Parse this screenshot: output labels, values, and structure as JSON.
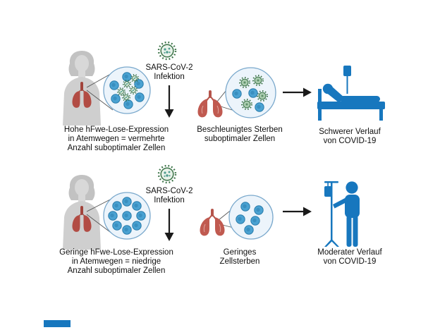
{
  "figure": {
    "language": "de",
    "topic": "SARS-CoV-2 Infektion und Verlauf von COVID-19"
  },
  "colors": {
    "pictogram_blue": "#1777be",
    "cell_blue": "#4aa2d2",
    "virus_green": "#3b7347",
    "virus_inner_teal": "#4e9d8e",
    "lungs_red": "#b5544b",
    "person_gray": "#cfcfcf",
    "magnifier_fill": "#ecf4fb",
    "magnifier_stroke": "#79a8cc",
    "arrow_black": "#1a1a1a"
  },
  "icons": {
    "person": "patient-silhouette-icon",
    "magnifier_circle": "zoom-circle",
    "virus": "sars-cov-2-virus-icon",
    "virus_particle": "virus-particle-icon",
    "cell": "cell-icon",
    "dying_cell": "dying-cell-icon",
    "lungs": "lungs-icon",
    "hospital_bed": "hospital-bed-patient-icon",
    "standing_patient": "standing-patient-iv-icon",
    "arrow_down": "down-arrow-icon",
    "arrow_right": "right-arrow-icon"
  },
  "rows": [
    {
      "id": "high-expression",
      "virus_label_line1": "SARS-CoV-2",
      "virus_label_line2": "Infektion",
      "left_caption_line1": "Hohe hFwe-Lose-Expression",
      "left_caption_line2": "in Atemwegen = vermehrte",
      "left_caption_line3": "Anzahl suboptimaler Zellen",
      "middle_caption_line1": "Beschleunigtes Sterben",
      "middle_caption_line2": "suboptimaler Zellen",
      "outcome_caption_line1": "Schwerer Verlauf",
      "outcome_caption_line2": "von COVID-19"
    },
    {
      "id": "low-expression",
      "virus_label_line1": "SARS-CoV-2",
      "virus_label_line2": "Infektion",
      "left_caption_line1": "Geringe hFwe-Lose-Expression",
      "left_caption_line2": "in Atemwegen = niedrige",
      "left_caption_line3": "Anzahl suboptimaler Zellen",
      "middle_caption_line1": "Geringes",
      "middle_caption_line2": "Zellsterben",
      "outcome_caption_line1": "Moderater Verlauf",
      "outcome_caption_line2": "von COVID-19"
    }
  ]
}
